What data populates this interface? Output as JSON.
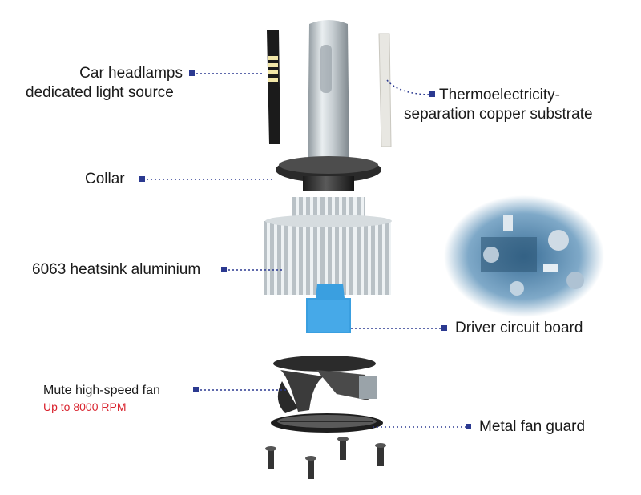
{
  "colors": {
    "text": "#1a1a1a",
    "accent": "#d9232e",
    "leader": "#2b3990",
    "metal": "#c9d0d4",
    "driver_board": "#3a9fe0"
  },
  "callouts": {
    "light_source": {
      "line1": "Car headlamps",
      "line2": "dedicated light source"
    },
    "copper_substrate": {
      "line1": "Thermoelectricity-",
      "line2": "separation copper substrate"
    },
    "collar": "Collar",
    "heatsink": "6063 heatsink aluminium",
    "driver": "Driver circuit board",
    "fan": "Mute high-speed fan",
    "fan_speed": "Up to 8000 RPM",
    "fan_guard": "Metal fan guard"
  }
}
